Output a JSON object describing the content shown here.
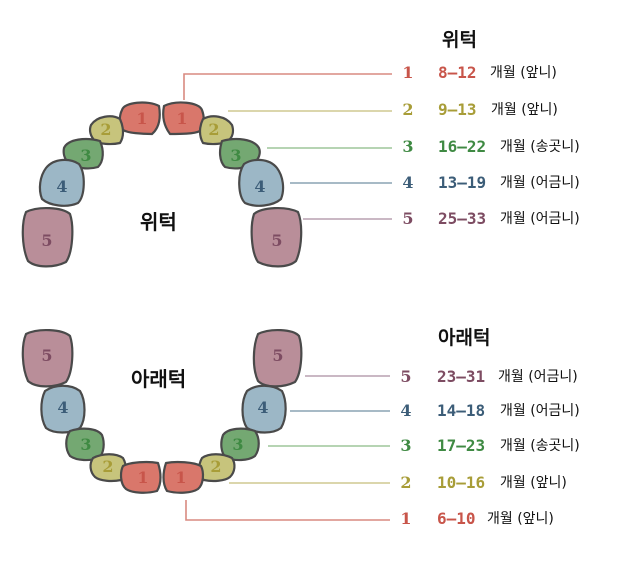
{
  "colors": {
    "1": "#d9776b",
    "2": "#c7c47c",
    "3": "#74a872",
    "4": "#9cb7c6",
    "5": "#b98e99"
  },
  "text_colors": {
    "1": "#c8554a",
    "2": "#a89d38",
    "3": "#3f8a43",
    "4": "#3c5d78",
    "5": "#7d4c62"
  },
  "line_colors": {
    "1": "#d98a80",
    "2": "#cfc890",
    "3": "#9dc69a",
    "4": "#8aa3b3",
    "5": "#b9a1b0"
  },
  "upper": {
    "jaw_label": "위턱",
    "heading": "위턱",
    "teeth": [
      "1",
      "1",
      "2",
      "2",
      "3",
      "3",
      "4",
      "4",
      "5",
      "5"
    ],
    "legend": [
      {
        "num": "1",
        "range": "8–12",
        "desc": "개월 (앞니)"
      },
      {
        "num": "2",
        "range": "9–13",
        "desc": "개월 (앞니)"
      },
      {
        "num": "3",
        "range": "16–22",
        "desc": "개월 (송곳니)"
      },
      {
        "num": "4",
        "range": "13–19",
        "desc": "개월 (어금니)"
      },
      {
        "num": "5",
        "range": "25–33",
        "desc": "개월 (어금니)"
      }
    ]
  },
  "lower": {
    "jaw_label": "아래턱",
    "heading": "아래턱",
    "teeth": [
      "5",
      "5",
      "4",
      "4",
      "3",
      "3",
      "2",
      "2",
      "1",
      "1"
    ],
    "legend": [
      {
        "num": "5",
        "range": "23–31",
        "desc": "개월 (어금니)"
      },
      {
        "num": "4",
        "range": "14–18",
        "desc": "개월 (어금니)"
      },
      {
        "num": "3",
        "range": "17–23",
        "desc": "개월 (송곳니)"
      },
      {
        "num": "2",
        "range": "10–16",
        "desc": "개월 (앞니)"
      },
      {
        "num": "1",
        "range": "6–10",
        "desc": "개월 (앞니)"
      }
    ]
  }
}
